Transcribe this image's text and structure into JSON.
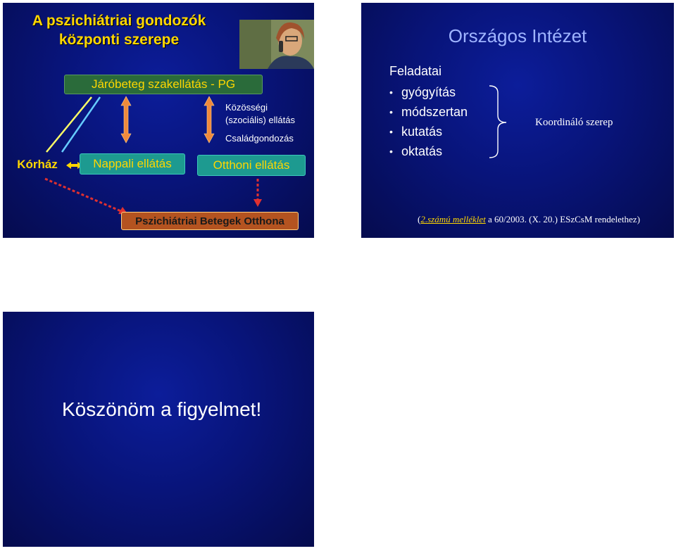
{
  "slide1": {
    "title": "A pszichiátriai gondozók központi szerepe",
    "outpatient": "Járóbeteg szakellátás - PG",
    "community": [
      "Közösségi",
      "(szociális) ellátás",
      "Családgondozás"
    ],
    "hospital": "Kórház",
    "day_care": "Nappali ellátás",
    "home_care": "Otthoni ellátás",
    "home": "Pszichiátriai Betegek Otthona",
    "colors": {
      "gold": "#ffd700",
      "orange": "#f08a3c",
      "red_dashed": "#e03030",
      "teal": "#1d9a90"
    }
  },
  "slide2": {
    "title": "Országos Intézet",
    "tasks_heading": "Feladatai",
    "tasks": [
      "gyógyítás",
      "módszertan",
      "kutatás",
      "oktatás"
    ],
    "role": "Koordináló szerep",
    "footnote_open": "(",
    "footnote_link": "2.számú melléklet",
    "footnote_rest": " a 60/2003. (X. 20.) ESzCsM rendelethez)"
  },
  "slide3": {
    "message": "Köszönöm a figyelmet!"
  }
}
